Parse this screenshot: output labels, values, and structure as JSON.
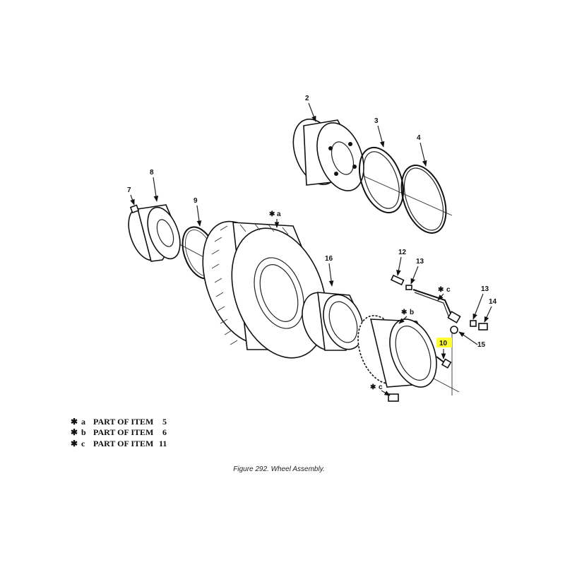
{
  "figure": {
    "caption": "Figure 292.  Wheel Assembly.",
    "highlight_color": "#ffff33"
  },
  "callouts": {
    "c2": "2",
    "c3": "3",
    "c4": "4",
    "c7": "7",
    "c8": "8",
    "c9": "9",
    "ca_tire": "a",
    "c16": "16",
    "c12": "12",
    "c13a": "13",
    "cc_tube": "c",
    "c13b": "13",
    "c14": "14",
    "cb_drum": "b",
    "c10": "10",
    "c15": "15",
    "cc_nut": "c"
  },
  "legend": {
    "marker": "✱",
    "rows": [
      {
        "letter": "a",
        "text": "PART OF ITEM",
        "item": "5"
      },
      {
        "letter": "b",
        "text": "PART OF ITEM",
        "item": "6"
      },
      {
        "letter": "c",
        "text": "PART OF ITEM",
        "item": "11"
      }
    ]
  }
}
